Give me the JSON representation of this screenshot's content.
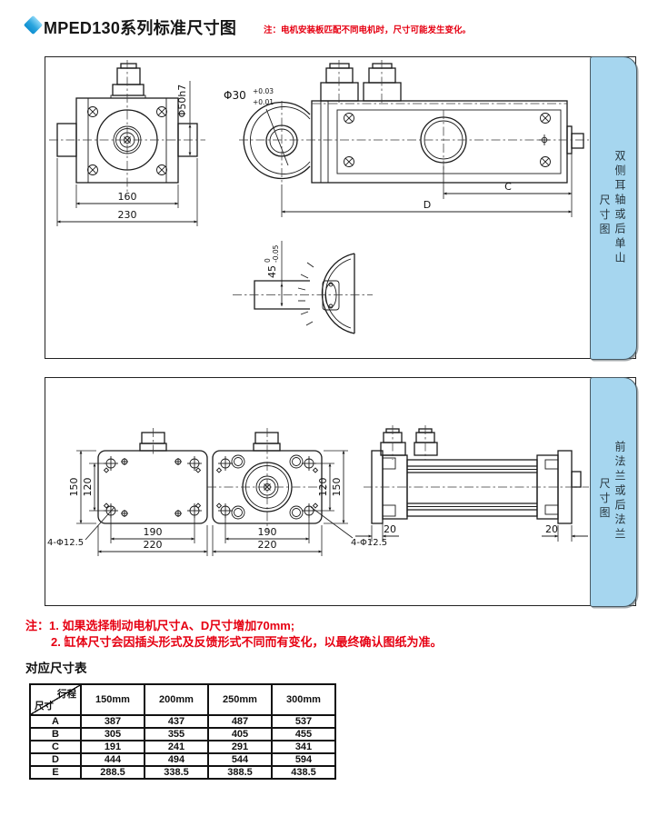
{
  "header": {
    "title": "MPED130系列标准尺寸图",
    "note": "注：电机安装板匹配不同电机时，尺寸可能发生变化。"
  },
  "panel1": {
    "tab": {
      "main": "双侧耳轴或后单山",
      "sub": "尺寸图"
    },
    "front_view": {
      "dim_width": "160",
      "dim_total": "230",
      "dim_shaft": "Φ50h7"
    },
    "side_view": {
      "dim_eye": "Φ30",
      "tol_up": "+0.03",
      "tol_low": "+0.01",
      "dim_c": "C",
      "dim_d": "D"
    },
    "trunnion": {
      "dim": "45",
      "tol_up": "0",
      "tol_low": "-0.05"
    }
  },
  "panel2": {
    "tab": {
      "main": "前法兰或后法兰",
      "sub": "尺寸图"
    },
    "rear_flange": {
      "dim_height": "150",
      "dim_hole_v": "120",
      "dim_hole_h": "190",
      "dim_width": "220",
      "dim_holes": "4-Φ12.5"
    },
    "front_flange": {
      "dim_hole_v": "120",
      "dim_height": "150",
      "dim_hole_h": "190",
      "dim_width": "220",
      "dim_holes": "4-Φ12.5"
    },
    "side_view": {
      "dim_front_flange": "20",
      "dim_rear_flange": "20"
    }
  },
  "notes": {
    "line1": "注：1. 如果选择制动电机尺寸A、D尺寸增加70mm;",
    "line2": "2. 缸体尺寸会因插头形式及反馈形式不同而有变化，以最终确认图纸为准。"
  },
  "table": {
    "title": "对应尺寸表",
    "corner_top": "行程",
    "corner_bottom": "尺寸",
    "columns": [
      "150mm",
      "200mm",
      "250mm",
      "300mm"
    ],
    "rows": [
      {
        "label": "A",
        "values": [
          "387",
          "437",
          "487",
          "537"
        ]
      },
      {
        "label": "B",
        "values": [
          "305",
          "355",
          "405",
          "455"
        ]
      },
      {
        "label": "C",
        "values": [
          "191",
          "241",
          "291",
          "341"
        ]
      },
      {
        "label": "D",
        "values": [
          "444",
          "494",
          "544",
          "594"
        ]
      },
      {
        "label": "E",
        "values": [
          "288.5",
          "338.5",
          "388.5",
          "438.5"
        ]
      }
    ]
  },
  "colors": {
    "accent_red": "#e60012",
    "tab_blue": "#a6d6ef",
    "line_black": "#1b1b1b"
  }
}
